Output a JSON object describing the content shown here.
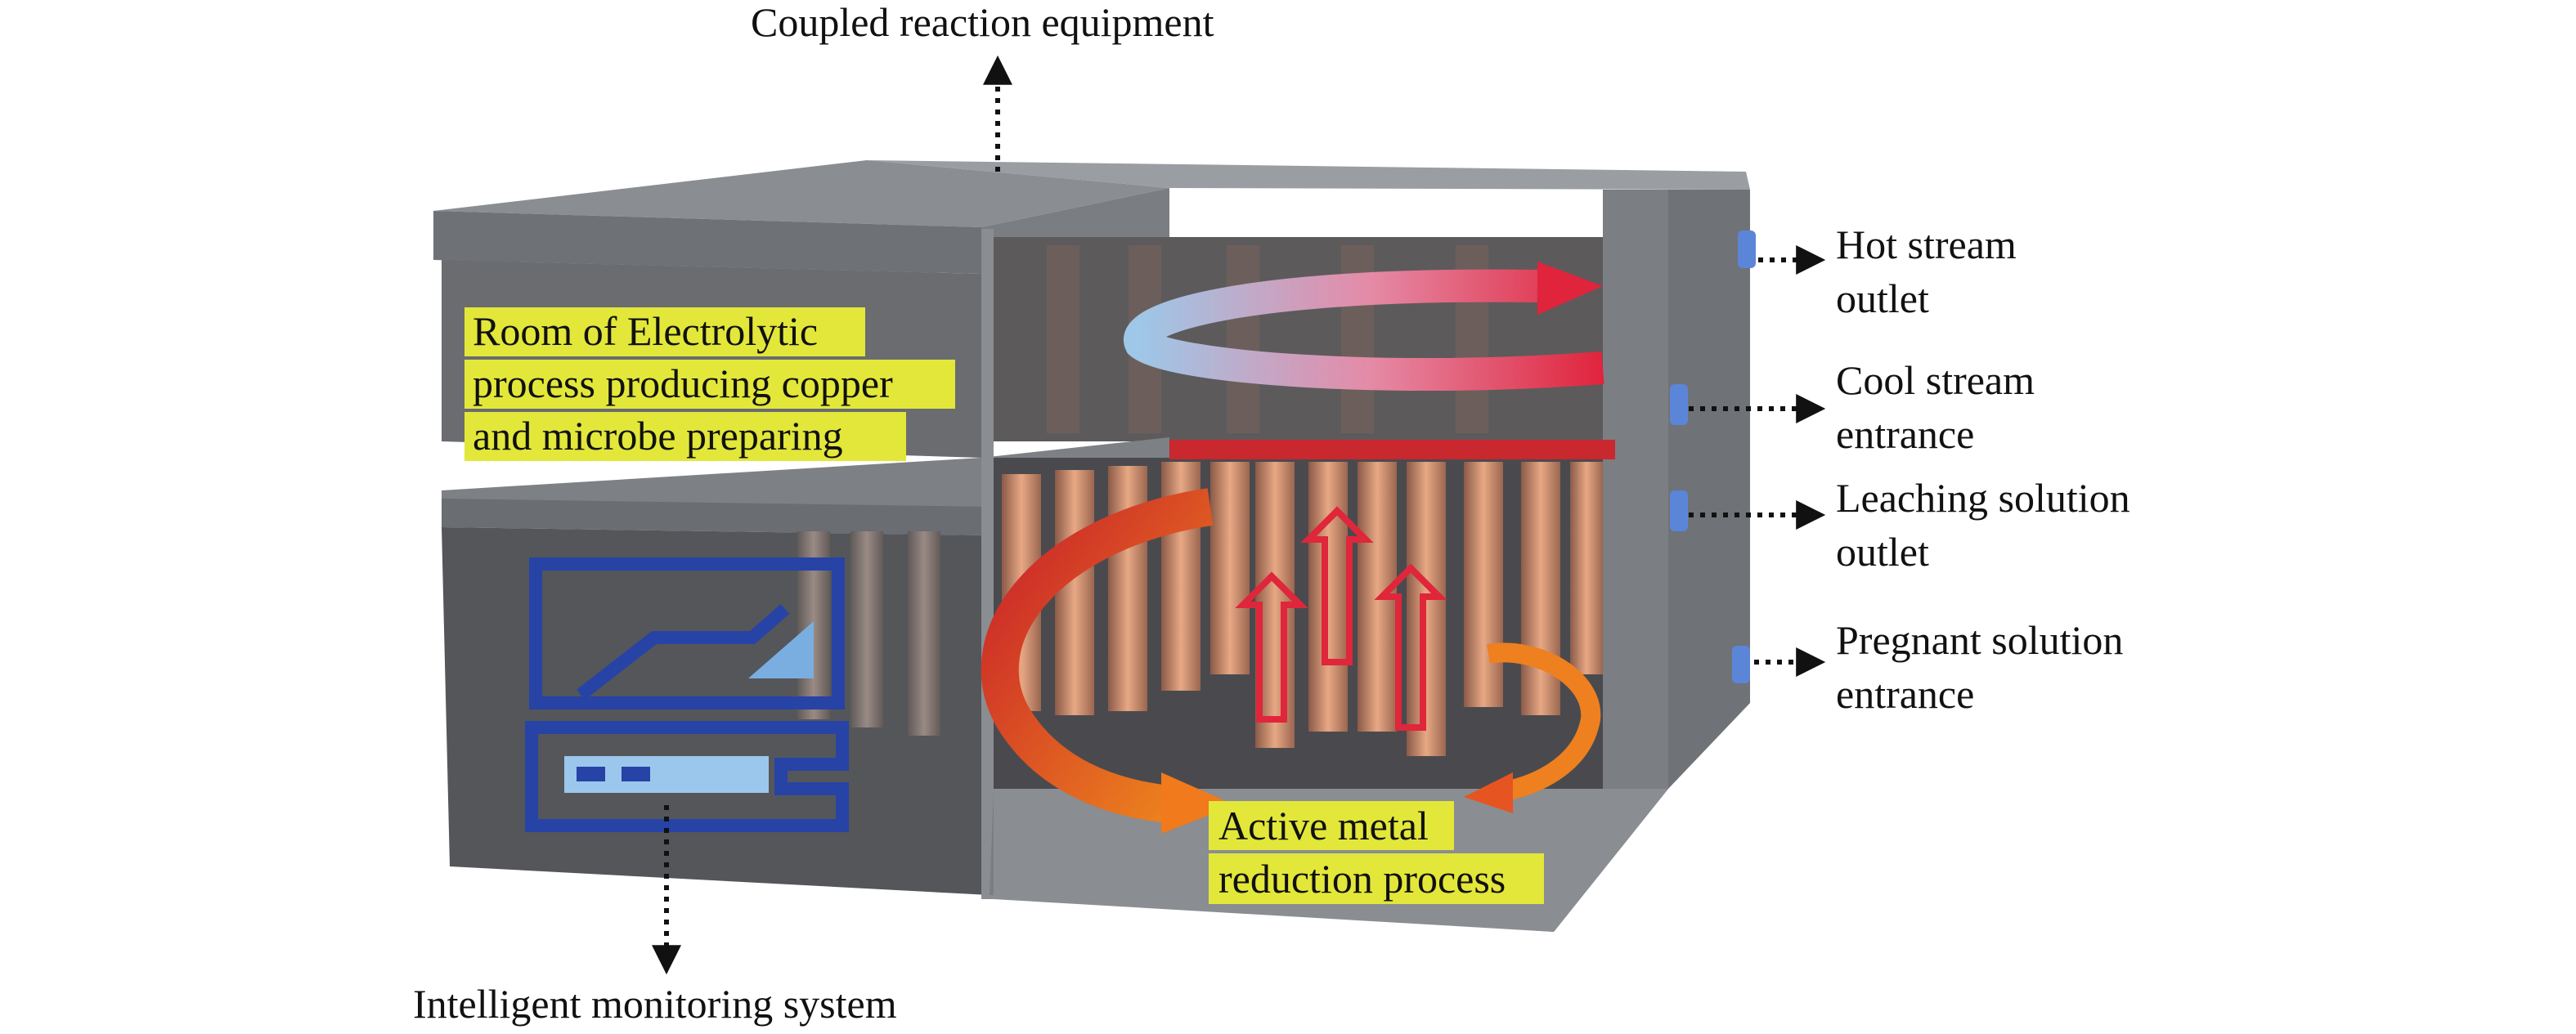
{
  "labels": {
    "top": "Coupled reaction equipment",
    "bottom": "Intelligent monitoring system",
    "room": [
      "Room of Electrolytic",
      "process producing copper",
      "and microbe preparing"
    ],
    "process": [
      "Active metal",
      "reduction process"
    ],
    "ports": [
      [
        "Hot stream",
        "outlet"
      ],
      [
        "Cool stream",
        "entrance"
      ],
      [
        "Leaching solution",
        "outlet"
      ],
      [
        "Pregnant solution",
        "entrance"
      ]
    ]
  },
  "colors": {
    "highlight": "#e2e73a",
    "box_dark": "#5a5c60",
    "box_mid": "#7c7f84",
    "box_light": "#8e9196",
    "monitor_blue": "#2743a6",
    "hot_red": "#d8213a",
    "flow_orange": "#e86a1e"
  },
  "icons": [
    "monitor-icon",
    "port-connector-icon",
    "dotted-arrow-icon"
  ]
}
